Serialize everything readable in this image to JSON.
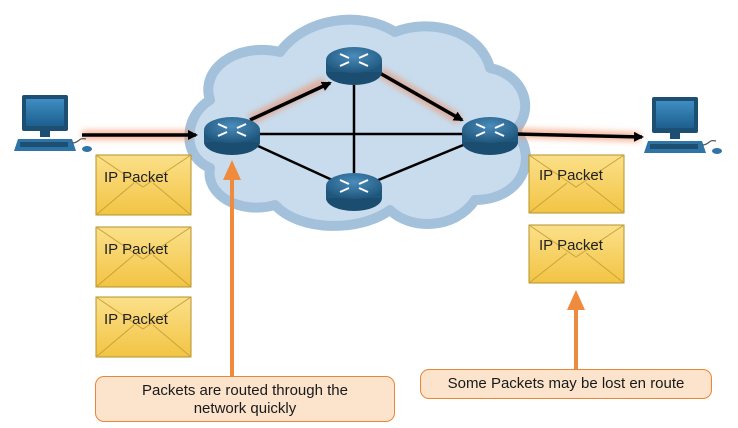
{
  "packets": {
    "left": [
      "IP Packet",
      "IP Packet",
      "IP Packet"
    ],
    "right": [
      "IP Packet",
      "IP Packet"
    ]
  },
  "callouts": {
    "left_line1": "Packets are routed through the",
    "left_line2": "network quickly",
    "right": "Some Packets may be lost en route"
  },
  "colors": {
    "cloud_fill": "#c8dced",
    "cloud_border": "#a4c1dc",
    "router": "#2c6b94",
    "accent_orange": "#f08a3c",
    "envelope": "#f7d35c"
  },
  "icons": {
    "host_left": "computer-icon",
    "host_right": "computer-icon",
    "routers": "router-icon"
  }
}
